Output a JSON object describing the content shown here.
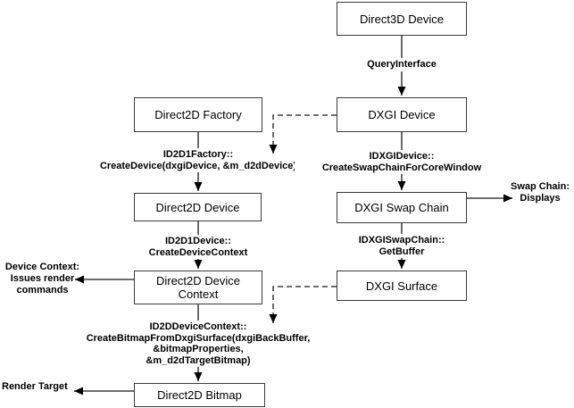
{
  "diagram": {
    "boxes": {
      "direct3d_device": {
        "label": "Direct3D Device"
      },
      "direct2d_factory": {
        "label": "Direct2D Factory"
      },
      "dxgi_device": {
        "label": "DXGI Device"
      },
      "direct2d_device": {
        "label": "Direct2D Device"
      },
      "dxgi_swap_chain": {
        "label": "DXGI Swap Chain"
      },
      "direct2d_device_context": {
        "label": "Direct2D Device\nContext"
      },
      "dxgi_surface": {
        "label": "DXGI Surface"
      },
      "direct2d_bitmap": {
        "label": "Direct2D Bitmap"
      }
    },
    "edge_labels": {
      "query_interface": "QueryInterface",
      "create_device": "ID2D1Factory::\nCreateDevice(dxgiDevice, &m_d2dDevice)",
      "create_swap_chain": "IDXGIDevice::\nCreateSwapChainForCoreWindow",
      "create_device_context": "ID2D1Device::\nCreateDeviceContext",
      "get_buffer": "IDXGISwapChain::\nGetBuffer",
      "create_bitmap": "ID2DDeviceContext::\nCreateBitmapFromDxgiSurface(dxgiBackBuffer,\n&bitmapProperties,\n&m_d2dTargetBitmap)"
    },
    "annotations": {
      "swap_chain_displays": "Swap Chain:\nDisplays",
      "device_context_role": "Device Context:\nIssues render\ncommands",
      "render_target": "Render Target"
    },
    "colors": {
      "background": "#ffffff",
      "box_fill": "#ffffff",
      "box_border": "#3a3a3a",
      "line": "#1a1a1a",
      "side_arrow": "#6e6e6e",
      "arrowhead": "#000000",
      "text": "#000000"
    }
  }
}
